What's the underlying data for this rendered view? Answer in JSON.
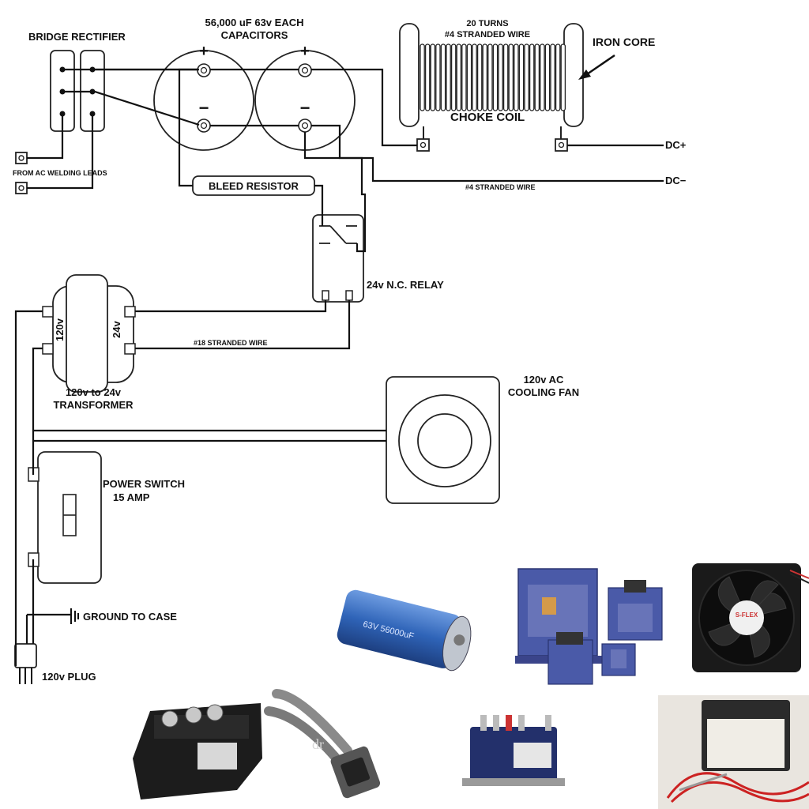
{
  "labels": {
    "bridge_rectifier": "BRIDGE RECTIFIER",
    "capacitors_line1": "56,000 uF 63v EACH",
    "capacitors_line2": "CAPACITORS",
    "turns_line1": "20 TURNS",
    "turns_line2": "#4 STRANDED WIRE",
    "iron_core": "IRON CORE",
    "choke_coil": "CHOKE COIL",
    "dc_plus": "DC+",
    "dc_minus": "DC−",
    "from_ac": "FROM AC WELDING LEADS",
    "bleed_resistor": "BLEED RESISTOR",
    "stranded_4": "#4 STRANDED WIRE",
    "relay": "24v N.C. RELAY",
    "xfmr_primary": "120v",
    "xfmr_secondary": "24v",
    "stranded_18": "#18 STRANDED WIRE",
    "xfmr_line1": "120v to 24v",
    "xfmr_line2": "TRANSFORMER",
    "fan_line1": "120v AC",
    "fan_line2": "COOLING FAN",
    "switch_line1": "POWER SWITCH",
    "switch_line2": "15 AMP",
    "ground": "GROUND TO CASE",
    "plug": "120v PLUG",
    "plus": "+",
    "minus": "−"
  },
  "photos": {
    "capacitor_body_text": "63V 56000uF",
    "fan_brand": "S-FLEX",
    "watermark": "dr"
  },
  "colors": {
    "line": "#111111",
    "capacitor_blue": "#2f64b8",
    "relay_navy": "#23306b",
    "transformer_blue": "#4a5aa8",
    "fan_black": "#1a1a1a",
    "heater_steel": "#8a8a8a"
  }
}
